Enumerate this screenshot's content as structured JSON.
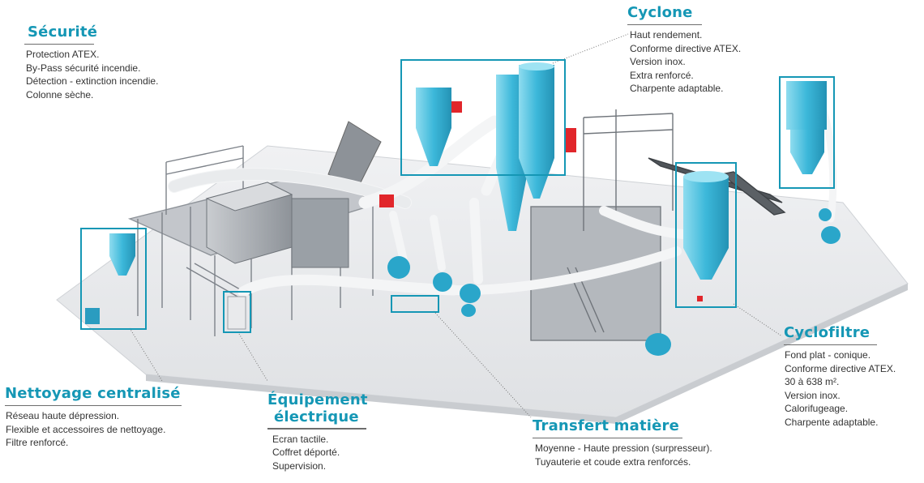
{
  "accent_color": "#1597b5",
  "callouts": {
    "securite": {
      "title": "Sécurité",
      "items": [
        "Protection ATEX.",
        "By-Pass sécurité incendie.",
        "Détection - extinction incendie.",
        "Colonne sèche."
      ]
    },
    "cyclone": {
      "title": "Cyclone",
      "items": [
        "Haut rendement.",
        "Conforme directive ATEX.",
        "Version inox.",
        "Extra renforcé.",
        "Charpente adaptable."
      ]
    },
    "cyclofiltre": {
      "title": "Cyclofiltre",
      "items": [
        "Fond plat - conique.",
        "Conforme directive ATEX.",
        "30 à 638 m².",
        "Version inox.",
        "Calorifugeage.",
        "Charpente adaptable."
      ]
    },
    "nettoyage": {
      "title": "Nettoyage centralisé",
      "items": [
        "Réseau haute dépression.",
        "Flexible et accessoires de nettoyage.",
        "Filtre renforcé."
      ]
    },
    "equipement": {
      "title_line1": "Équipement",
      "title_line2": "électrique",
      "items": [
        "Ecran tactile.",
        "Coffret déporté.",
        "Supervision."
      ]
    },
    "transfert": {
      "title": "Transfert matière",
      "items": [
        "Moyenne - Haute pression (surpresseur).",
        "Tuyauterie et coude extra renforcés."
      ]
    }
  }
}
